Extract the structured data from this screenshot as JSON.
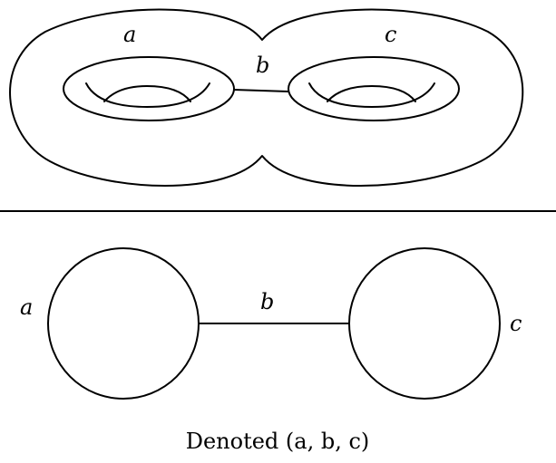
{
  "surface": {
    "labels": {
      "left_curve": "a",
      "bridge": "b",
      "right_curve": "c"
    }
  },
  "graph": {
    "labels": {
      "left_circle": "a",
      "edge": "b",
      "right_circle": "c"
    }
  },
  "caption": "Denoted (a, b, c)"
}
